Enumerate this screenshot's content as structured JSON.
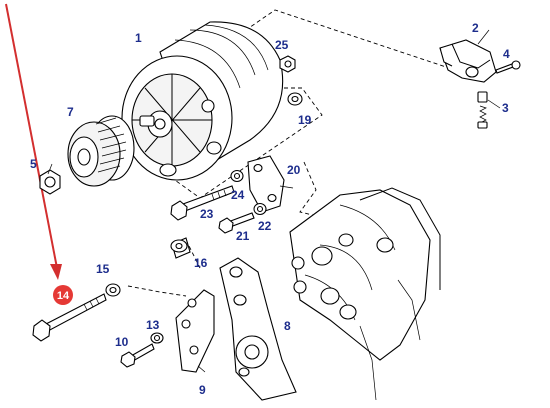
{
  "diagram": {
    "part_labels": [
      "1",
      "2",
      "3",
      "4",
      "5",
      "7",
      "8",
      "9",
      "10",
      "13",
      "15",
      "16",
      "19",
      "20",
      "21",
      "22",
      "23",
      "24",
      "25"
    ],
    "highlight_label": "14",
    "colors": {
      "label_text": "#1d2d8c",
      "highlight_fill": "#e53935",
      "arrow": "#d32f2f",
      "line": "#000000"
    }
  }
}
